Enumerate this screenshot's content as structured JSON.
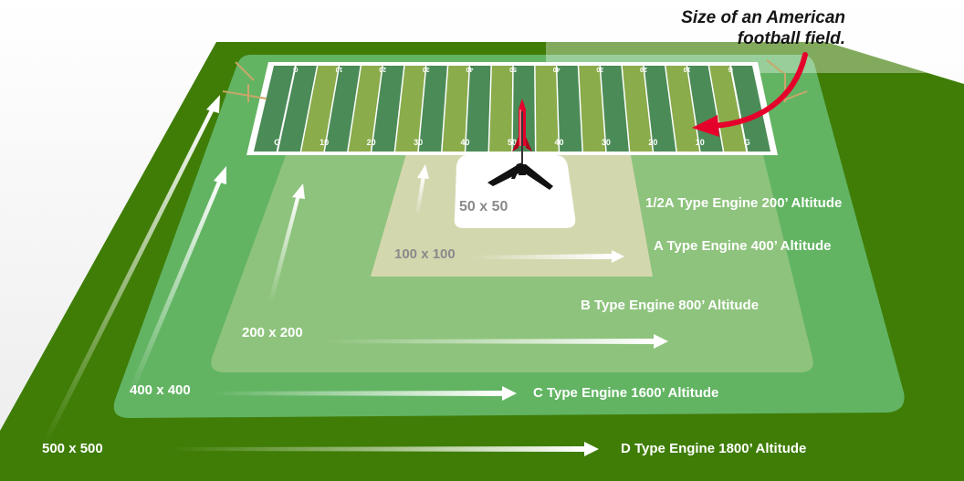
{
  "caption": {
    "line1": "Size of an American",
    "line2": "football field."
  },
  "zones": [
    {
      "size_label": "50 x 50",
      "engine_label": "1/2A Type Engine 200’ Altitude"
    },
    {
      "size_label": "100 x 100",
      "engine_label": "A Type Engine 400’ Altitude"
    },
    {
      "size_label": "200 x 200",
      "engine_label": "B Type Engine 800’ Altitude"
    },
    {
      "size_label": "400 x 400",
      "engine_label": "C Type Engine 1600’ Altitude"
    },
    {
      "size_label": "500 x 500",
      "engine_label": "D Type Engine 1800’ Altitude"
    }
  ],
  "field": {
    "yard_numbers_bottom": [
      "G",
      "10",
      "20",
      "30",
      "40",
      "50",
      "40",
      "30",
      "20",
      "10",
      "G"
    ],
    "yard_numbers_top": [
      "G",
      "10",
      "20",
      "30",
      "40",
      "50",
      "40",
      "30",
      "20",
      "10",
      "G"
    ]
  },
  "colors": {
    "outer_field": "#3f7d06",
    "zone_400": "#62b463",
    "zone_200": "#8ec37d",
    "zone_100": "#d3d7ae",
    "zone_50": "#ffffff",
    "field_dark": "#4b8b57",
    "field_light": "#8aac4b",
    "arrow_red": "#e5002b",
    "label_text": "#ffffff",
    "label_text_grey": "#8a8a8a"
  },
  "icons": [
    "rocket-icon",
    "launch-stand-icon",
    "goal-post-icon"
  ]
}
